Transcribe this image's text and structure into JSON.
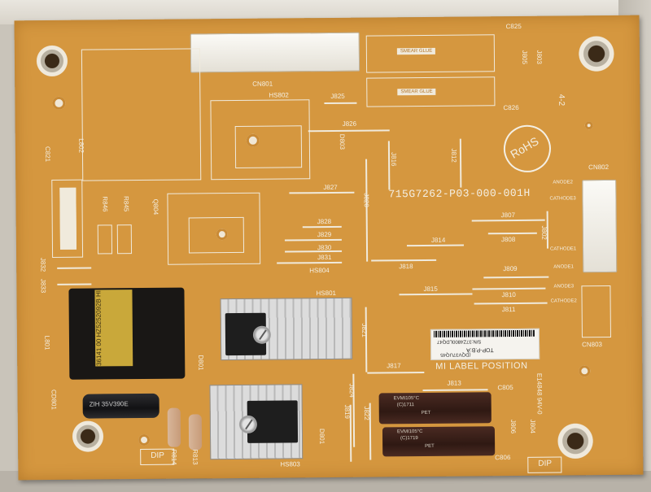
{
  "board": {
    "part_number": "715G7262-P03-000-001H",
    "rohs": "RoHS",
    "mi_label": "MI LABEL POSITION",
    "sticker_top": "TOP-P.B:A",
    "sticker_serial": "S/N:37Z4800LDQ47",
    "sticker_code": "(DQV37UQ45",
    "smear_glue_1": "SMEAR GLUE",
    "smear_glue_2": "SMEAR GLUE",
    "corner_mark": "4-2",
    "dip_left": "DIP",
    "dip_right": "DIP",
    "ul_mark": "E14848 94V-0"
  },
  "refdes": {
    "cn801": "CN801",
    "cn802": "CN802",
    "cn803": "CN803",
    "c825": "C825",
    "c826": "C826",
    "c821": "C821",
    "c805": "C805",
    "c806": "C806",
    "hs802": "HS802",
    "hs801": "HS801",
    "hs803": "HS803",
    "hs804": "HS804",
    "l802": "L802",
    "l801": "L801",
    "j825": "J825",
    "j826": "J826",
    "j827": "J827",
    "j828": "J828",
    "j829": "J829",
    "j830": "J830",
    "j831": "J831",
    "j832": "J832",
    "j833": "J833",
    "j814": "J814",
    "j818": "J818",
    "j815": "J815",
    "j807": "J807",
    "j808": "J808",
    "j809": "J809",
    "j810": "J810",
    "j811": "J811",
    "j816": "J816",
    "j812": "J812",
    "j820": "J820",
    "j821": "J821",
    "j817": "J817",
    "j813": "J813",
    "j824": "J824",
    "j819": "J819",
    "j822": "J822",
    "j804": "J804",
    "j806": "J806",
    "j805": "J805",
    "j803": "J803",
    "j802": "J802",
    "r846": "R846",
    "r845": "R845",
    "q804": "Q804",
    "d803": "D803",
    "d801": "D801",
    "r814": "R814",
    "r813": "R813",
    "cd801": "CD801",
    "anode1": "ANODE1",
    "anode2": "ANODE2",
    "anode3": "ANODE3",
    "cathode1": "CATHODE1",
    "cathode2": "CATHODE2",
    "cathode3": "CATHODE3"
  },
  "components": {
    "cap_text_1": "EVMI105°C",
    "cap_text_2": "(C)1711",
    "cap_text_3": "PET",
    "cap_text_4": "(C)1719",
    "xfmr_text": "36141 00 HZ5252092B HI",
    "big_cap_text": "ZIH 35V390E"
  }
}
